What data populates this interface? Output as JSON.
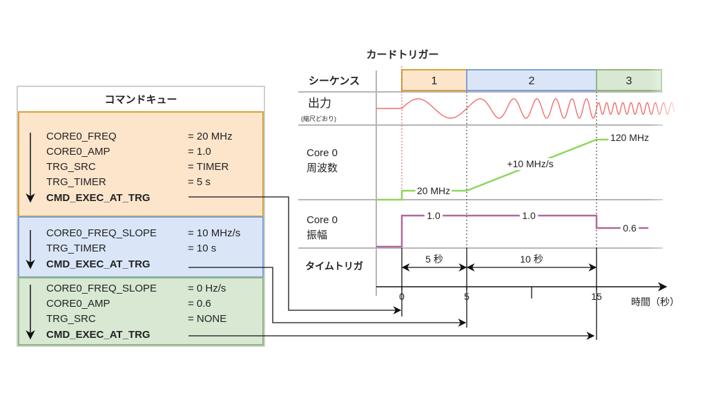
{
  "queue": {
    "title": "コマンドキュー",
    "blocks": [
      {
        "color": "#fde5cc",
        "border": "#d6a334",
        "rows": [
          {
            "name": "CORE0_FREQ",
            "value": "= 20 MHz"
          },
          {
            "name": "CORE0_AMP",
            "value": "= 1.0"
          },
          {
            "name": "TRG_SRC",
            "value": "= TIMER"
          },
          {
            "name": "TRG_TIMER",
            "value": "= 5 s"
          }
        ],
        "exec": "CMD_EXEC_AT_TRG"
      },
      {
        "color": "#dae6f8",
        "border": "#7f9fd4",
        "rows": [
          {
            "name": "CORE0_FREQ_SLOPE",
            "value": "= 10 MHz/s"
          },
          {
            "name": "TRG_TIMER",
            "value": "= 10 s"
          }
        ],
        "exec": "CMD_EXEC_AT_TRG"
      },
      {
        "color": "#d8e8d3",
        "border": "#8fb87c",
        "rows": [
          {
            "name": "CORE0_FREQ_SLOPE",
            "value": "= 0 Hz/s"
          },
          {
            "name": "CORE0_AMP",
            "value": "= 0.6"
          },
          {
            "name": "TRG_SRC",
            "value": "= NONE"
          }
        ],
        "exec": "CMD_EXEC_AT_TRG"
      }
    ]
  },
  "timing": {
    "card_trigger_label": "カードトリガー",
    "rows": {
      "sequence": "シーケンス",
      "output": "出力",
      "output_note": "(縮尺どおり)",
      "freq_line1": "Core 0",
      "freq_line2": "周波数",
      "amp_line1": "Core 0",
      "amp_line2": "振幅",
      "time_trigger": "タイムトリガ"
    },
    "sequences": [
      {
        "label": "1",
        "start": 0,
        "end": 5,
        "color": "#fde5cc",
        "border": "#d6a334"
      },
      {
        "label": "2",
        "start": 5,
        "end": 15,
        "color": "#dae6f8",
        "border": "#7f9fd4"
      },
      {
        "label": "3",
        "start": 15,
        "end": 20,
        "color": "#d8e8d3",
        "border": "#8fb87c"
      }
    ],
    "frequency": {
      "color": "#8ed65c",
      "labels": {
        "start": "20 MHz",
        "slope": "+10 MHz/s",
        "end": "120 MHz"
      },
      "points": [
        [
          -2,
          0
        ],
        [
          0,
          0
        ],
        [
          0,
          20
        ],
        [
          5,
          20
        ],
        [
          15,
          120
        ],
        [
          19,
          120
        ]
      ]
    },
    "amplitude": {
      "color": "#b0689e",
      "labels": {
        "a": "1.0",
        "b": "1.0",
        "c": "0.6"
      },
      "points": [
        [
          -2,
          0
        ],
        [
          0,
          0
        ],
        [
          0,
          1.0
        ],
        [
          15,
          1.0
        ],
        [
          15,
          0.6
        ],
        [
          19,
          0.6
        ]
      ]
    },
    "output_wave_color": "#f26b6b",
    "intervals": [
      {
        "label": "5 秒",
        "from": 0,
        "to": 5
      },
      {
        "label": "10 秒",
        "from": 5,
        "to": 15
      }
    ],
    "axis": {
      "ticks": [
        {
          "t": 0,
          "label": "0"
        },
        {
          "t": 5,
          "label": "5"
        },
        {
          "t": 10,
          "label": ""
        },
        {
          "t": 15,
          "label": "15"
        }
      ],
      "label": "時間（秒）"
    }
  }
}
